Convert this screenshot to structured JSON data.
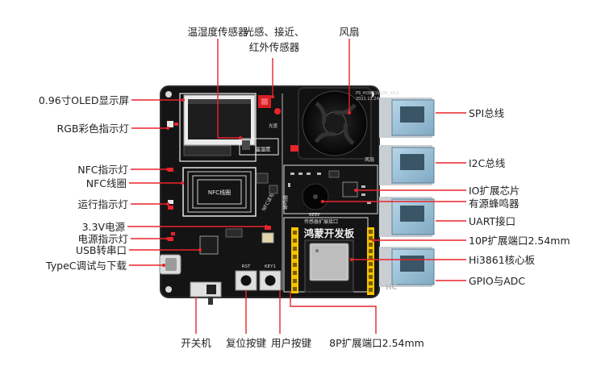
{
  "board": {
    "silkscreen_title": "鸿蒙开发板",
    "ext_header_label": "传感器扩展接口",
    "nfc_antenna_text": "NFC线圈",
    "temp_label": "温湿度",
    "ldr_label": "光感",
    "pcb_code": "PS_HI3861V100_V3.0",
    "pcb_date": "2021.12.24",
    "beep_label": "BEEP",
    "fan_label": "风扇",
    "buzzer_label": "蜂鸣器",
    "key1_label": "KEY1",
    "rst_label": "RST",
    "brand_mark": "HC",
    "nfc_write_label": "NFC读写",
    "accent": "#e8242c",
    "header_color": "#f5c400",
    "pcb_color": "#141414"
  },
  "labels": {
    "temp_humidity": "温湿度传感器",
    "light_ir_line1": "光感、接近、",
    "light_ir_line2": "红外传感器",
    "fan": "风扇",
    "oled": "0.96寸OLED显示屏",
    "rgb_led": "RGB彩色指示灯",
    "nfc_led": "NFC指示灯",
    "nfc_coil": "NFC线圈",
    "run_led": "运行指示灯",
    "power_33v": "3.3V电源",
    "power_led": "电源指示灯",
    "usb_serial": "USB转串口",
    "typec": "TypeC调试与下载",
    "spi": "SPI总线",
    "i2c": "I2C总线",
    "io_expander": "IO扩展芯片",
    "buzzer": "有源蜂鸣器",
    "uart": "UART接口",
    "header_10p": "10P扩展端口2.54mm",
    "core_board": "Hi3861核心板",
    "gpio_adc": "GPIO与ADC",
    "power_switch": "开关机",
    "reset_key": "复位按键",
    "user_key": "用户按键",
    "header_8p": "8P扩展端口2.54mm"
  }
}
